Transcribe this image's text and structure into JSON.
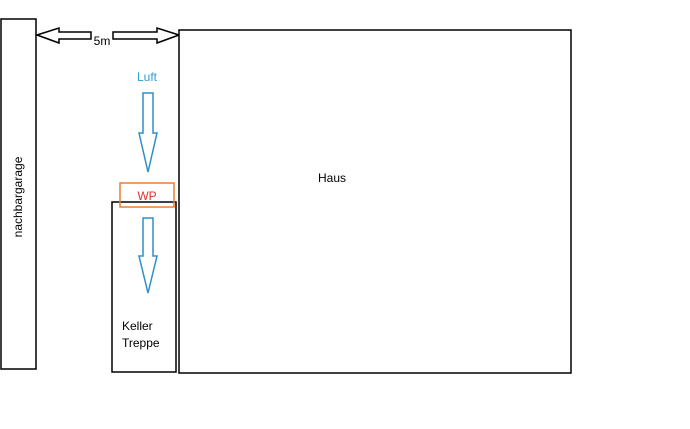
{
  "labels": {
    "neighbor_garage": "nachbargarage",
    "distance": "5m",
    "air": "Luft",
    "heat_pump": "WP",
    "house": "Haus",
    "cellar_stairs_line1": "Keller",
    "cellar_stairs_line2": "Treppe"
  },
  "colors": {
    "outline": "#000000",
    "air_flow": "#2e8fc7",
    "air_label": "#2aa0d4",
    "heat_pump_box": "#ed7d31",
    "heat_pump_label": "#e0302d"
  }
}
